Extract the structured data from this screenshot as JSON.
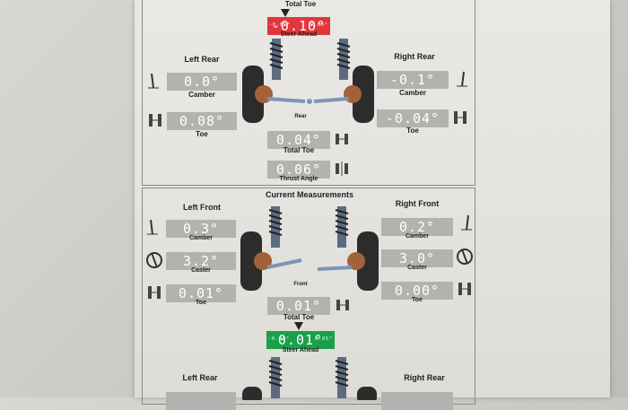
{
  "top_section": {
    "total_toe_label": "Total Toe",
    "steer_ahead": {
      "left_tol": "-0.05°",
      "right_tol": "0.05°",
      "value": "-0.10°",
      "label": "Steer Ahead",
      "status_color": "#e2363d"
    },
    "left_rear": {
      "title": "Left Rear",
      "camber_value": "0.0°",
      "camber_label": "Camber",
      "toe_value": "0.08°",
      "toe_label": "Toe"
    },
    "right_rear": {
      "title": "Right Rear",
      "camber_value": "-0.1°",
      "camber_label": "Camber",
      "toe_value": "-0.04°",
      "toe_label": "Toe"
    },
    "rear_label": "Rear",
    "rear_total_toe_value": "0.04°",
    "rear_total_toe_label": "Total Toe",
    "thrust_value": "0.06°",
    "thrust_label": "Thrust Angle"
  },
  "bottom_section": {
    "title": "Current Measurements",
    "left_front": {
      "title": "Left Front",
      "camber_value": "0.3°",
      "camber_label": "Camber",
      "caster_value": "3.2°",
      "caster_label": "Caster",
      "toe_value": "0.01°",
      "toe_label": "Toe"
    },
    "right_front": {
      "title": "Right Front",
      "camber_value": "0.2°",
      "camber_label": "Camber",
      "caster_value": "3.0°",
      "caster_label": "Caster",
      "toe_value": "0.00°",
      "toe_label": "Toe"
    },
    "front_label": "Front",
    "front_total_toe_value": "0.01°",
    "front_total_toe_label": "Total Toe",
    "steer_ahead": {
      "left_tol": "-0.05°",
      "right_tol": "0.05°",
      "value": "0.01°",
      "label": "Steer Ahead",
      "status_color": "#1aa04a"
    },
    "left_rear_title": "Left Rear",
    "right_rear_title": "Right Rear"
  }
}
